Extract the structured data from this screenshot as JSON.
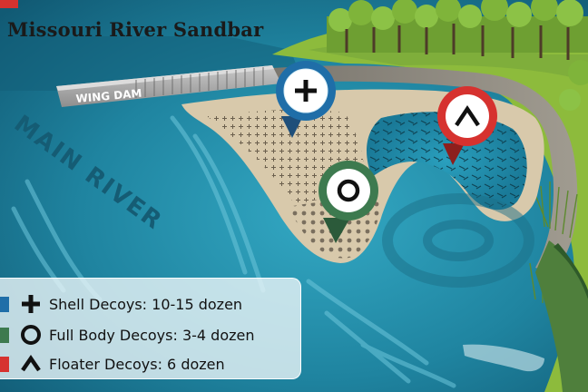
{
  "title": "Missouri River Sandbar",
  "map_labels": {
    "wing_dam": "WING DAM",
    "main_river": "MAIN RIVER"
  },
  "legend": {
    "items": [
      {
        "label": "Shell Decoys: 10-15 dozen",
        "color": "#1f6ea8",
        "symbol": "plus-icon"
      },
      {
        "label": "Full Body Decoys: 3-4 dozen",
        "color": "#3d7a4f",
        "symbol": "circle-icon"
      },
      {
        "label": "Floater Decoys: 6 dozen",
        "color": "#d6322f",
        "symbol": "chevron-up-icon"
      }
    ]
  },
  "colors": {
    "water": "#1a6f8a",
    "water_light": "#34a9c4",
    "sand": "#d8c9ab",
    "bank": "#8f8a80",
    "grass": "#8dbb3c",
    "tree": "#7fb43a",
    "accent_red": "#d6322f"
  }
}
